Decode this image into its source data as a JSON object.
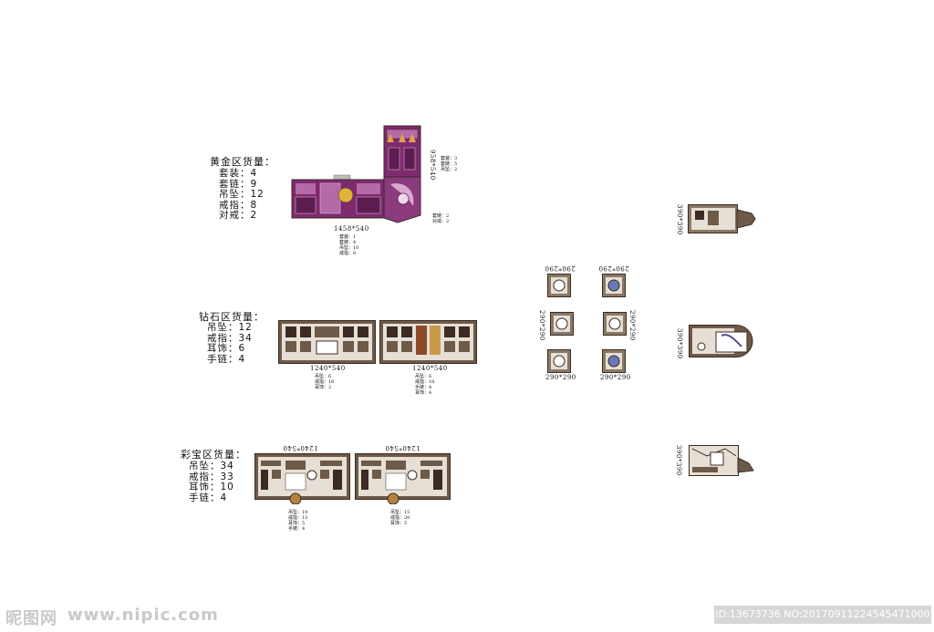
{
  "gold": {
    "heading": "黄金区货量：",
    "stock": [
      "套装：4",
      "套链：9",
      "吊坠：12",
      "戒指：8",
      "对戒：2"
    ],
    "main_dim": "1458*540",
    "side_dim": "958*540",
    "main_notes": [
      "套装：1",
      "套链：4",
      "吊坠：10",
      "戒指：8"
    ],
    "side_notes": [
      "套装：3",
      "套链：5",
      "吊坠：2"
    ],
    "side_notes2": [
      "套链：2",
      "对戒：2"
    ]
  },
  "diamond": {
    "heading": "钻石区货量：",
    "stock": [
      "吊坠：12",
      "戒指：34",
      "耳饰：6",
      "手链：4"
    ],
    "counters": [
      {
        "dim": "1240*540",
        "notes": [
          "吊坠：6",
          "戒指：16",
          "耳饰：2"
        ]
      },
      {
        "dim": "1240*540",
        "notes": [
          "吊坠：6",
          "戒指：18",
          "手链：4",
          "耳饰：4"
        ]
      }
    ]
  },
  "colored": {
    "heading": "彩宝区货量：",
    "stock": [
      "吊坠：34",
      "戒指：33",
      "耳饰：10",
      "手链：4"
    ],
    "counters": [
      {
        "dim": "1240*540",
        "notes": [
          "吊坠：19",
          "戒指：13",
          "耳饰：5",
          "手链：4"
        ]
      },
      {
        "dim": "1240*540",
        "notes": [
          "吊坠：15",
          "戒指：20",
          "耳饰：5"
        ]
      }
    ]
  },
  "small_units": {
    "dims": [
      "290*290",
      "290*290",
      "290*290",
      "290*290",
      "290*290",
      "290*290"
    ]
  },
  "side_units": {
    "dims": [
      "390*390",
      "390*390",
      "390*390"
    ]
  },
  "watermark": {
    "logo": "昵图网",
    "url": "www.nipic.com",
    "id": "ID:13673736 NO:20170911224545471000"
  },
  "colors": {
    "gold_counter": "#7e2a6e",
    "gold_highlight": "#b46aa6",
    "counter_brown": "#6e5a48",
    "counter_light": "#e6dfd5",
    "frame": "#3b2b22"
  }
}
